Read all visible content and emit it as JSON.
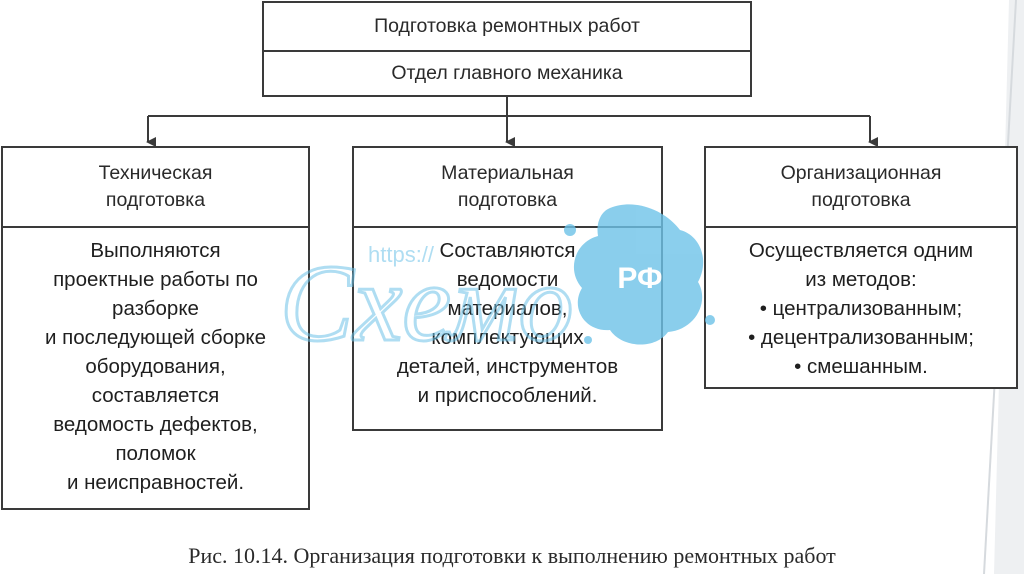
{
  "diagram": {
    "top": {
      "title": "Подготовка ремонтных работ",
      "subtitle": "Отдел главного механика"
    },
    "branches": [
      {
        "heading": [
          "Техническая",
          "подготовка"
        ],
        "body": [
          "Выполняются",
          "проектные работы по",
          "разборке",
          "и последующей сборке",
          "оборудования,",
          "составляется",
          "ведомость дефектов,",
          "поломок",
          "и неисправностей."
        ]
      },
      {
        "heading": [
          "Материальная",
          "подготовка"
        ],
        "body": [
          "Составляются",
          "ведомости",
          "материалов,",
          "комплектующих",
          "деталей, инструментов",
          "и приспособлений."
        ]
      },
      {
        "heading": [
          "Организационная",
          "подготовка"
        ],
        "body": [
          "Осуществляется одним",
          "из методов:",
          "• централизованным;",
          "• децентрализованным;",
          "• смешанным."
        ]
      }
    ],
    "caption": "Рис. 10.14. Организация подготовки к выполнению ремонтных работ"
  },
  "watermark": {
    "url_text": "https://",
    "logo_text": "Схемо",
    "badge_text": "РФ",
    "color": "#6ec3e8"
  },
  "colors": {
    "line": "#3a3a3a",
    "accent_deco": "#c8cdd3"
  }
}
